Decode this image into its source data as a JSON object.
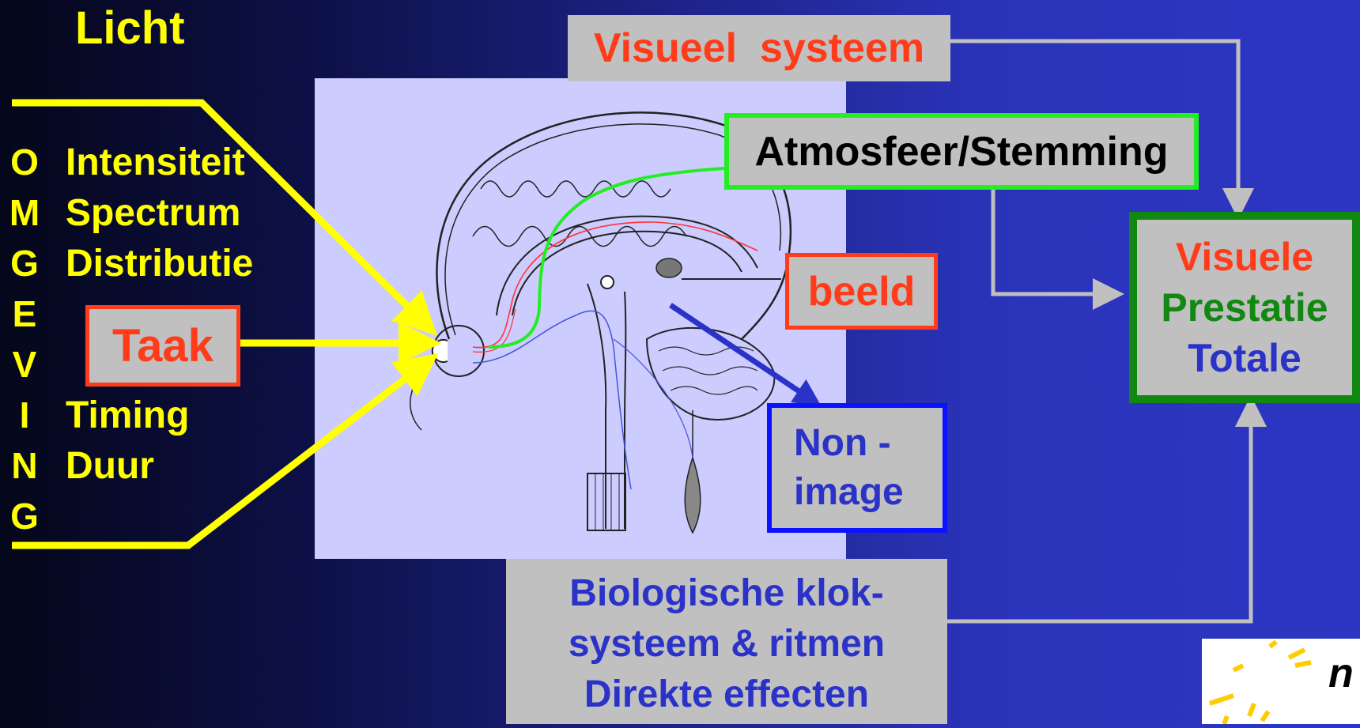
{
  "title": "Licht",
  "omgeving_letters": [
    "O",
    "M",
    "G",
    "E",
    "V",
    "I",
    "N",
    "G"
  ],
  "parameters_top": [
    "Intensiteit",
    "Spectrum",
    "Distributie"
  ],
  "parameters_bottom": [
    "Timing",
    "Duur"
  ],
  "taak_label": "Taak",
  "visueel_systeem_label": "Visueel  systeem",
  "atmosfeer_label": "Atmosfeer/Stemming",
  "beeld_label": "beeld",
  "non_image_lines": [
    "Non -",
    "image"
  ],
  "biologische_lines": [
    "Biologische klok-",
    "systeem & ritmen",
    "Direkte effecten"
  ],
  "prestatie_lines": [
    "Visuele",
    "Prestatie",
    "Totale"
  ],
  "logo_letter": "n",
  "colors": {
    "yellow": "#ffff00",
    "red": "#ff3b1a",
    "green": "#22ee22",
    "dark_green": "#118811",
    "blue_text": "#2a32c8",
    "blue_border": "#0a12ff",
    "gray_box": "#c0c0c0",
    "panel": "#ccccff"
  }
}
